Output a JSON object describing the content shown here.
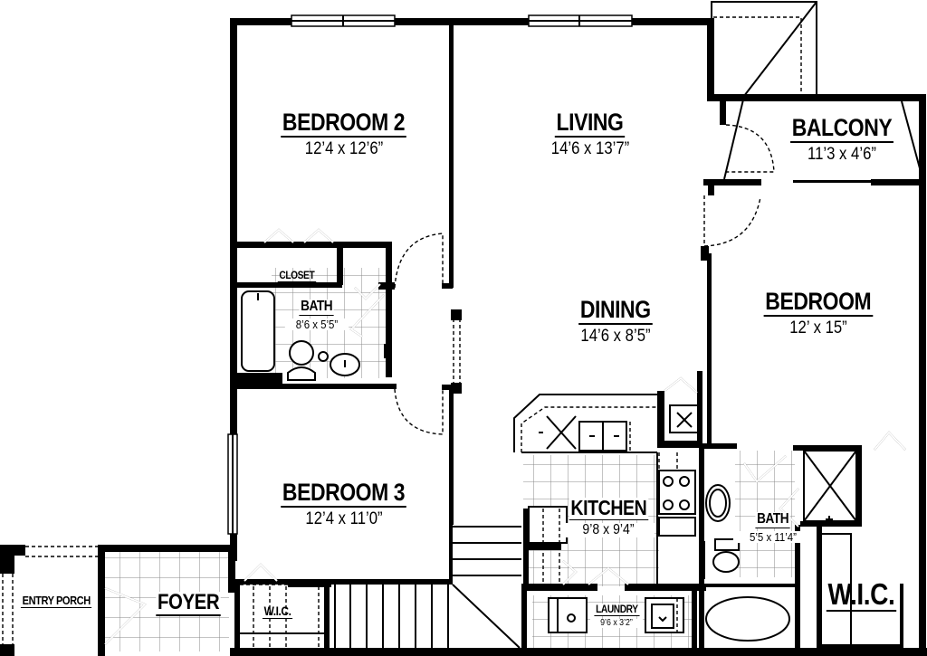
{
  "plan": {
    "rooms": [
      {
        "id": "bedroom2",
        "name": "BEDROOM 2",
        "dims": "12’4 x 12’6”"
      },
      {
        "id": "living",
        "name": "LIVING",
        "dims": "14’6 x 13’7”"
      },
      {
        "id": "balcony",
        "name": "BALCONY",
        "dims": "11’3 x 4’6”"
      },
      {
        "id": "bath_hall",
        "name": "BATH",
        "dims": "8’6 x 5’5”"
      },
      {
        "id": "closet",
        "name": "CLOSET",
        "dims": ""
      },
      {
        "id": "dining",
        "name": "DINING",
        "dims": "14’6 x 8’5”"
      },
      {
        "id": "bedroom",
        "name": "BEDROOM",
        "dims": "12’ x 15”"
      },
      {
        "id": "bedroom3",
        "name": "BEDROOM 3",
        "dims": "12’4 x 11’0”"
      },
      {
        "id": "kitchen",
        "name": "KITCHEN",
        "dims": "9’8 x 9’4”"
      },
      {
        "id": "bath_master",
        "name": "BATH",
        "dims": "5’5 x 11’4”"
      },
      {
        "id": "wic_master",
        "name": "W.I.C.",
        "dims": ""
      },
      {
        "id": "laundry",
        "name": "LAUNDRY",
        "dims": "9’6 x 3’2”"
      },
      {
        "id": "foyer",
        "name": "FOYER",
        "dims": ""
      },
      {
        "id": "wic_foyer",
        "name": "W.I.C.",
        "dims": ""
      },
      {
        "id": "entry_porch",
        "name": "ENTRY PORCH",
        "dims": ""
      }
    ]
  }
}
